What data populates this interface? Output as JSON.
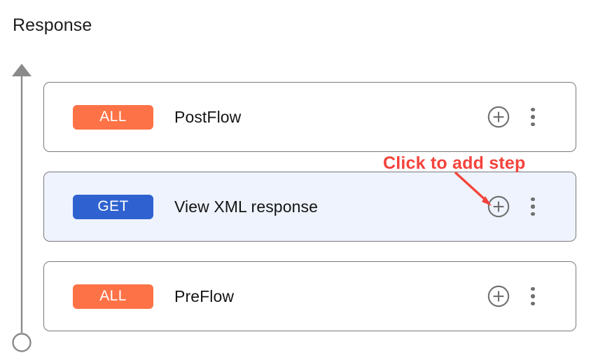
{
  "page": {
    "title": "Response"
  },
  "axis": {
    "direction_icon": "arrow-up-icon",
    "endpoint_icon": "circle-outline-icon"
  },
  "colors": {
    "badge_all": "#fd7246",
    "badge_get": "#2f62d0",
    "annotation_red": "#f4433c",
    "selected_row_bg": "#eef3fd",
    "card_border": "#7a7a7a",
    "icon_gray": "#6f6f6f"
  },
  "flow": {
    "rows": [
      {
        "method": "ALL",
        "method_kind": "all",
        "label": "PostFlow",
        "selected": false,
        "add_icon": "plus-circle-icon",
        "more_icon": "more-vertical-icon"
      },
      {
        "method": "GET",
        "method_kind": "get",
        "label": "View XML response",
        "selected": true,
        "add_icon": "plus-circle-icon",
        "more_icon": "more-vertical-icon"
      },
      {
        "method": "ALL",
        "method_kind": "all",
        "label": "PreFlow",
        "selected": false,
        "add_icon": "plus-circle-icon",
        "more_icon": "more-vertical-icon"
      }
    ]
  },
  "annotation": {
    "text": "Click to add step",
    "pointer_icon": "arrow-pointer-icon"
  }
}
